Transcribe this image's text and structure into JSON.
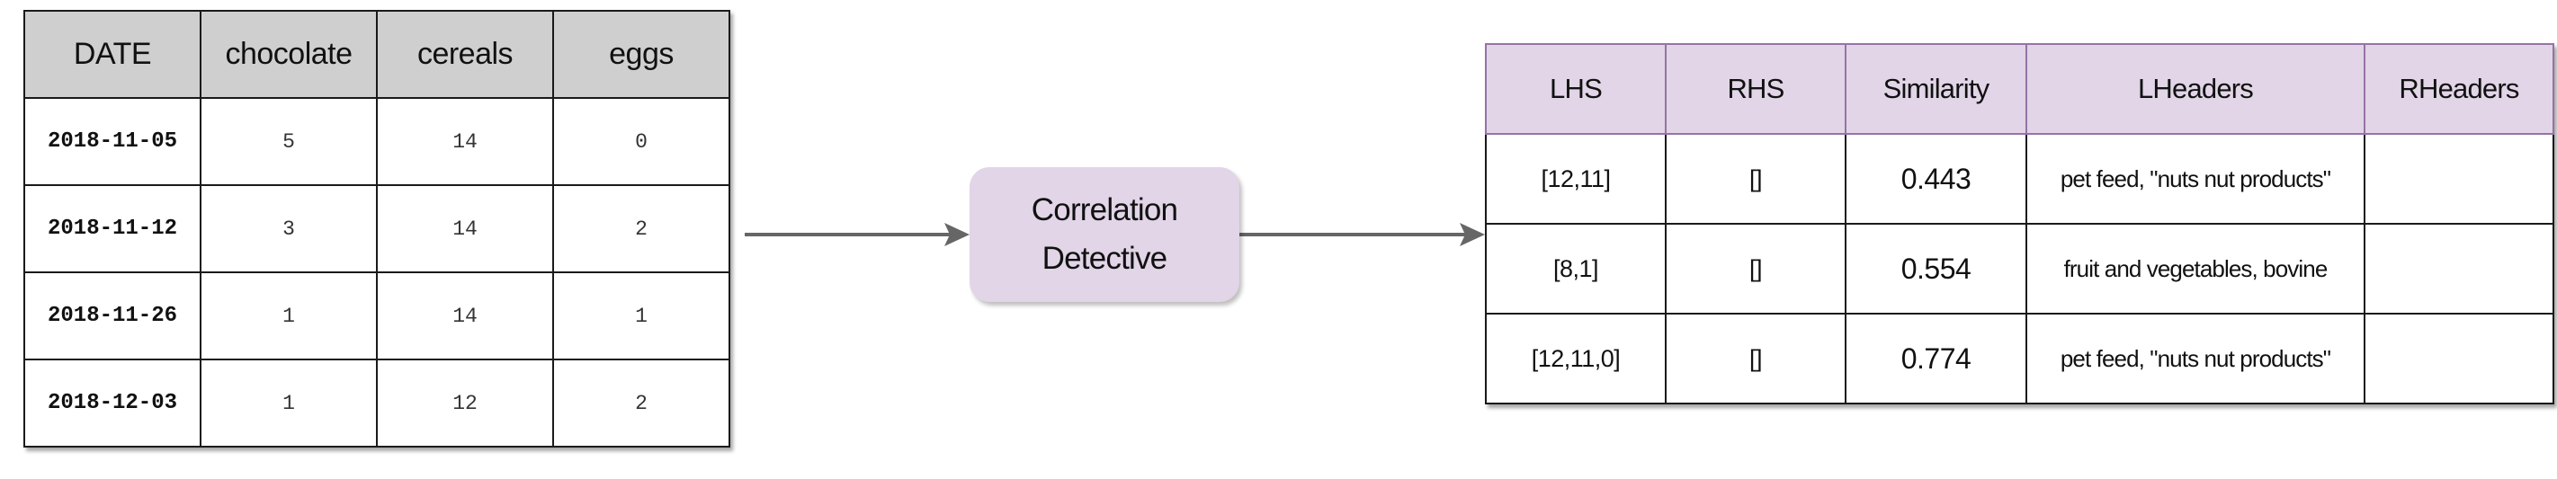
{
  "input_table": {
    "headers": [
      "DATE",
      "chocolate",
      "cereals",
      "eggs"
    ],
    "rows": [
      [
        "2018-11-05",
        "5",
        "14",
        "0"
      ],
      [
        "2018-11-12",
        "3",
        "14",
        "2"
      ],
      [
        "2018-11-26",
        "1",
        "14",
        "1"
      ],
      [
        "2018-12-03",
        "1",
        "12",
        "2"
      ]
    ]
  },
  "process": {
    "label": "Correlation\nDetective"
  },
  "output_table": {
    "headers": [
      "LHS",
      "RHS",
      "Similarity",
      "LHeaders",
      "RHeaders"
    ],
    "rows": [
      [
        "[12,11]",
        "[]",
        "0.443",
        "pet feed, \"nuts nut products\"",
        ""
      ],
      [
        "[8,1]",
        "[]",
        "0.554",
        "fruit and vegetables, bovine",
        ""
      ],
      [
        "[12,11,0]",
        "[]",
        "0.774",
        "pet feed, \"nuts nut products\"",
        ""
      ]
    ]
  },
  "colors": {
    "input_header_bg": "#cfcfcf",
    "accent_purple_fill": "#e1d5e7",
    "accent_purple_border": "#9673a6",
    "arrow": "#666666"
  }
}
